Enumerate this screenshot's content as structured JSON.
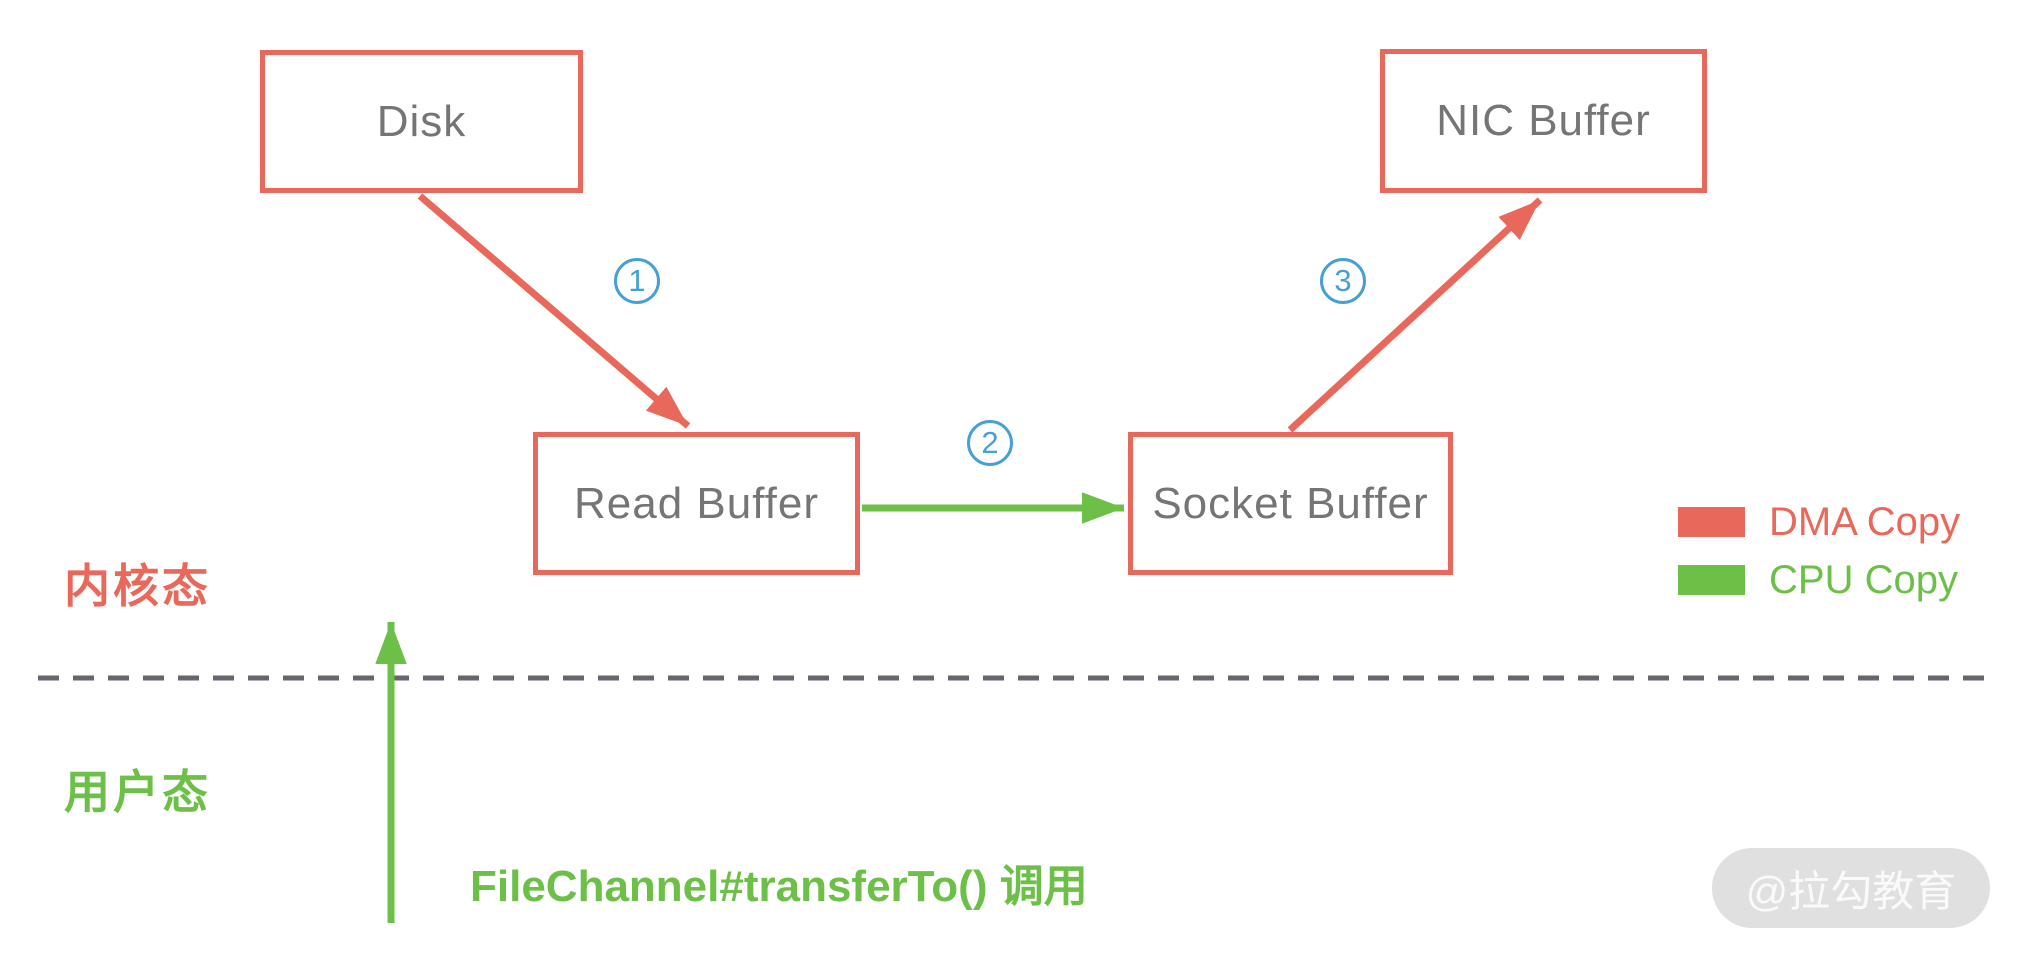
{
  "nodes": {
    "disk": "Disk",
    "read_buffer": "Read Buffer",
    "socket_buffer": "Socket Buffer",
    "nic_buffer": "NIC Buffer"
  },
  "steps": {
    "s1": "1",
    "s2": "2",
    "s3": "3"
  },
  "zones": {
    "kernel": "内核态",
    "user": "用户态"
  },
  "call_label": "FileChannel#transferTo() 调用",
  "legend": {
    "dma": {
      "label": "DMA Copy",
      "color": "#E8695B"
    },
    "cpu": {
      "label": "CPU Copy",
      "color": "#6CC047"
    }
  },
  "watermark": "@拉勾教育",
  "colors": {
    "dma_red": "#E8695B",
    "cpu_green": "#6CC047",
    "step_blue": "#45A0D6",
    "node_text_gray": "#757575",
    "divider_gray": "#66666E",
    "watermark_bg": "#E0E0E0"
  },
  "edges": [
    {
      "step": "1",
      "from": "Disk",
      "to": "Read Buffer",
      "copy_type": "DMA Copy"
    },
    {
      "step": "2",
      "from": "Read Buffer",
      "to": "Socket Buffer",
      "copy_type": "CPU Copy"
    },
    {
      "step": "3",
      "from": "Socket Buffer",
      "to": "NIC Buffer",
      "copy_type": "DMA Copy"
    }
  ]
}
